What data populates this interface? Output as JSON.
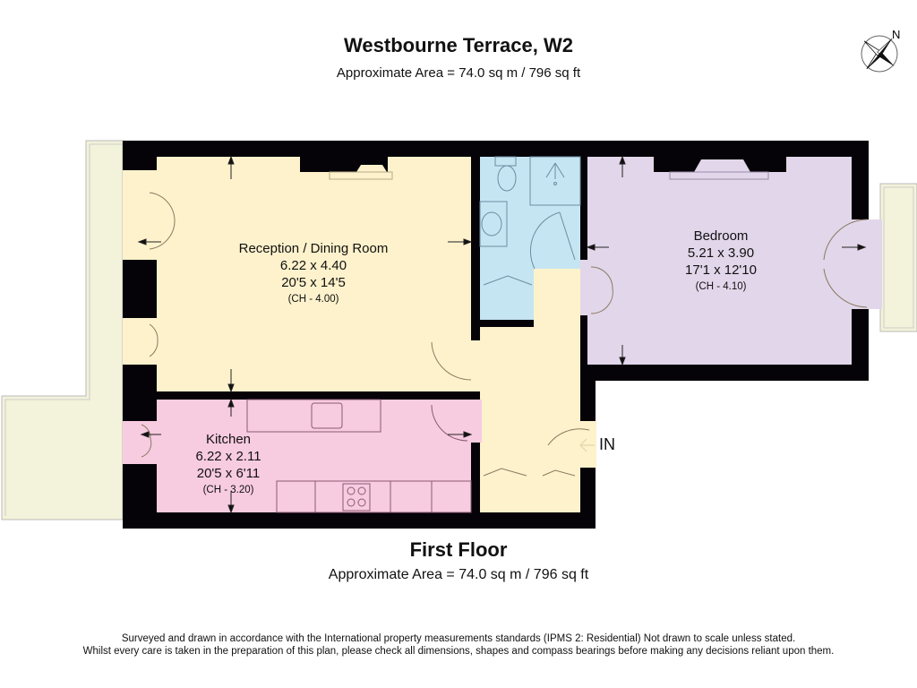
{
  "header": {
    "title": "Westbourne Terrace, W2",
    "area": "Approximate Area = 74.0 sq m / 796 sq ft"
  },
  "compass": {
    "icon": "compass-rose-icon",
    "label": "N"
  },
  "floor": {
    "name": "First Floor",
    "area": "Approximate Area = 74.0 sq m / 796 sq ft"
  },
  "rooms": [
    {
      "name": "Reception / Dining Room",
      "metric": "6.22 x 4.40",
      "imperial": "20'5 x 14'5",
      "ceiling": "(CH - 4.00)",
      "color": "#fdf2cc"
    },
    {
      "name": "Bedroom",
      "metric": "5.21 x 3.90",
      "imperial": "17'1 x 12'10",
      "ceiling": "(CH - 4.10)",
      "color": "#e2d6ea"
    },
    {
      "name": "Kitchen",
      "metric": "6.22 x 2.11",
      "imperial": "20'5 x 6'11",
      "ceiling": "(CH - 3.20)",
      "color": "#f7cbe0"
    }
  ],
  "other_areas": {
    "bathroom_color": "#c6e5f2",
    "hall_color": "#fdf2cc",
    "balcony_color": "#f3f2da",
    "wall_color": "#050308"
  },
  "entrance": {
    "label": "IN"
  },
  "footer": {
    "line1": "Surveyed and drawn in accordance with the International property measurements standards (IPMS 2: Residential) Not drawn to scale unless stated.",
    "line2": "Whilst every care is taken in the preparation of this plan, please check all dimensions, shapes and compass bearings before making any decisions reliant upon them."
  }
}
